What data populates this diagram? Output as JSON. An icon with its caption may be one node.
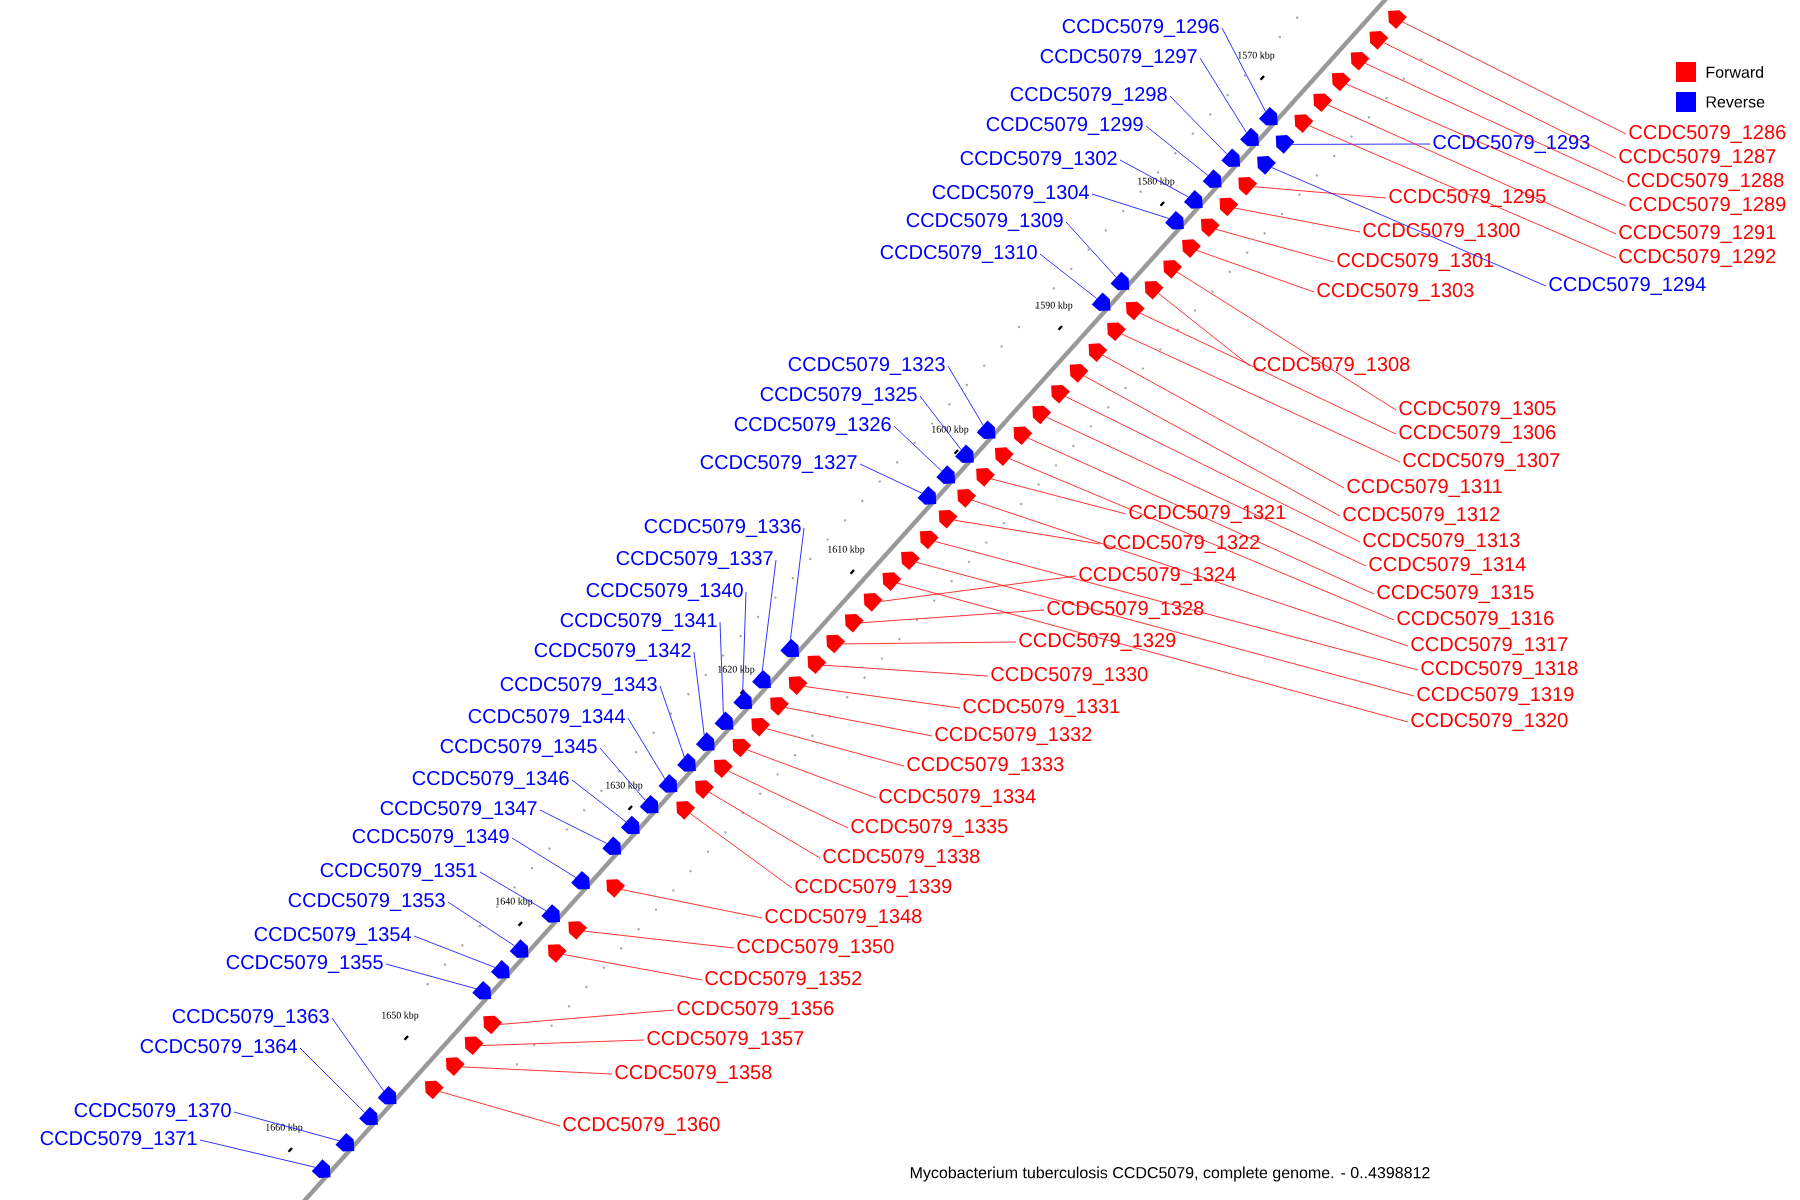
{
  "diagram": {
    "caption": "Mycobacterium tuberculosis CCDC5079, complete genome. - 0..4398812",
    "nodes": [
      {
        "text": [
          "CCDC5079_1296"
        ]
      },
      {
        "text": [
          "CCDC5079_1297"
        ]
      },
      {
        "text": [
          "CCDC5079_1298"
        ]
      },
      {
        "text": [
          "CCDC5079_1299"
        ]
      },
      {
        "text": [
          "CCDC5079_1286"
        ]
      },
      {
        "text": [
          "CCDC5079_1293"
        ]
      },
      {
        "text": [
          "CCDC5079_1287"
        ]
      },
      {
        "text": [
          "CCDC5079_1302"
        ]
      },
      {
        "text": [
          "CCDC5079_1288"
        ]
      },
      {
        "text": [
          "CCDC5079_1304"
        ]
      },
      {
        "text": [
          "CCDC5079_1295"
        ]
      },
      {
        "text": [
          "CCDC5079_1289"
        ]
      },
      {
        "text": [
          "CCDC5079_1309"
        ]
      },
      {
        "text": [
          "CCDC5079_1300"
        ]
      },
      {
        "text": [
          "CCDC5079_1291"
        ]
      },
      {
        "text": [
          "CCDC5079_1310"
        ]
      },
      {
        "text": [
          "CCDC5079_1292"
        ]
      },
      {
        "text": [
          "CCDC5079_1301"
        ]
      },
      {
        "text": [
          "CCDC5079_1294"
        ]
      },
      {
        "text": [
          "CCDC5079_1303"
        ]
      },
      {
        "text": [
          "CCDC5079_1308"
        ]
      },
      {
        "text": [
          "CCDC5079_1323"
        ]
      },
      {
        "text": [
          "CCDC5079_1325"
        ]
      },
      {
        "text": [
          "CCDC5079_1305"
        ]
      },
      {
        "text": [
          "CCDC5079_1326"
        ]
      },
      {
        "text": [
          "CCDC5079_1306"
        ]
      },
      {
        "text": [
          "CCDC5079_1307"
        ]
      },
      {
        "text": [
          "CCDC5079_1327"
        ]
      },
      {
        "text": [
          "CCDC5079_1311"
        ]
      },
      {
        "text": [
          "CCDC5079_1321"
        ]
      },
      {
        "text": [
          "CCDC5079_1312"
        ]
      },
      {
        "text": [
          "CCDC5079_1336"
        ]
      },
      {
        "text": [
          "CCDC5079_1313"
        ]
      },
      {
        "text": [
          "CCDC5079_1322"
        ]
      },
      {
        "text": [
          "CCDC5079_1337"
        ]
      },
      {
        "text": [
          "CCDC5079_1314"
        ]
      },
      {
        "text": [
          "CCDC5079_1324"
        ]
      },
      {
        "text": [
          "CCDC5079_1340"
        ]
      },
      {
        "text": [
          "CCDC5079_1315"
        ]
      },
      {
        "text": [
          "CCDC5079_1328"
        ]
      },
      {
        "text": [
          "CCDC5079_1316"
        ]
      },
      {
        "text": [
          "CCDC5079_1341"
        ]
      },
      {
        "text": [
          "CCDC5079_1329"
        ]
      },
      {
        "text": [
          "CCDC5079_1317"
        ]
      },
      {
        "text": [
          "CCDC5079_1342"
        ]
      },
      {
        "text": [
          "CCDC5079_1318"
        ]
      },
      {
        "text": [
          "CCDC5079_1330"
        ]
      },
      {
        "text": [
          "CCDC5079_1343"
        ]
      },
      {
        "text": [
          "CCDC5079_1319"
        ]
      },
      {
        "text": [
          "CCDC5079_1331"
        ]
      },
      {
        "text": [
          "CCDC5079_1344"
        ]
      },
      {
        "text": [
          "CCDC5079_1320"
        ]
      },
      {
        "text": [
          "CCDC5079_1332"
        ]
      },
      {
        "text": [
          "CCDC5079_1345"
        ]
      },
      {
        "text": [
          "CCDC5079_1333"
        ]
      },
      {
        "text": [
          "CCDC5079_1346"
        ]
      },
      {
        "text": [
          "CCDC5079_1334"
        ]
      },
      {
        "text": [
          "CCDC5079_1347"
        ]
      },
      {
        "text": [
          "CCDC5079_1335"
        ]
      },
      {
        "text": [
          "CCDC5079_1349"
        ]
      },
      {
        "text": [
          "CCDC5079_1338"
        ]
      },
      {
        "text": [
          "CCDC5079_1351"
        ]
      },
      {
        "text": [
          "CCDC5079_1339"
        ]
      },
      {
        "text": [
          "CCDC5079_1353"
        ]
      },
      {
        "text": [
          "CCDC5079_1348"
        ]
      },
      {
        "text": [
          "CCDC5079_1354"
        ]
      },
      {
        "text": [
          "CCDC5079_1350"
        ]
      },
      {
        "text": [
          "CCDC5079_1355"
        ]
      },
      {
        "text": [
          "CCDC5079_1352"
        ]
      },
      {
        "text": [
          "CCDC5079_1356"
        ]
      },
      {
        "text": [
          "CCDC5079_1363"
        ]
      },
      {
        "text": [
          "CCDC5079_1357"
        ]
      },
      {
        "text": [
          "CCDC5079_1364"
        ]
      },
      {
        "text": [
          "CCDC5079_1358"
        ]
      },
      {
        "text": [
          "CCDC5079_1370"
        ]
      },
      {
        "text": [
          "CCDC5079_1360"
        ]
      },
      {
        "text": [
          "CCDC5079_1371"
        ]
      },
      {
        "text": [],
        "shape": "arrow"
      },
      {
        "text": [],
        "shape": "arrow"
      },
      {
        "text": [],
        "shape": "arrow"
      },
      {
        "text": [],
        "shape": "arrow"
      },
      {
        "text": [],
        "shape": "arrow"
      },
      {
        "text": [],
        "shape": "arrow"
      },
      {
        "text": [],
        "shape": "arrow"
      },
      {
        "text": [],
        "shape": "arrow"
      },
      {
        "text": [],
        "shape": "arrow"
      },
      {
        "text": [],
        "shape": "arrow"
      },
      {
        "text": [],
        "shape": "arrow"
      },
      {
        "text": [],
        "shape": "arrow"
      },
      {
        "text": [],
        "shape": "arrow"
      },
      {
        "text": [],
        "shape": "arrow"
      },
      {
        "text": [],
        "shape": "arrow"
      },
      {
        "text": [],
        "shape": "arrow"
      },
      {
        "text": [],
        "shape": "arrow"
      },
      {
        "text": [],
        "shape": "arrow"
      },
      {
        "text": [],
        "shape": "arrow"
      },
      {
        "text": [],
        "shape": "arrow"
      },
      {
        "text": [],
        "shape": "arrow"
      },
      {
        "text": [],
        "shape": "arrow"
      },
      {
        "text": [],
        "shape": "arrow"
      },
      {
        "text": [],
        "shape": "arrow"
      },
      {
        "text": [],
        "shape": "arrow"
      },
      {
        "text": [],
        "shape": "arrow"
      },
      {
        "text": [],
        "shape": "arrow"
      },
      {
        "text": [],
        "shape": "arrow"
      },
      {
        "text": [],
        "shape": "arrow"
      },
      {
        "text": [],
        "shape": "arrow"
      },
      {
        "text": [],
        "shape": "arrow"
      },
      {
        "text": [],
        "shape": "arrow"
      },
      {
        "text": [],
        "shape": "arrow"
      },
      {
        "text": [],
        "shape": "arrow"
      },
      {
        "text": [],
        "shape": "arrow"
      },
      {
        "text": [],
        "shape": "arrow"
      },
      {
        "text": [],
        "shape": "arrow"
      },
      {
        "text": [],
        "shape": "arrow"
      },
      {
        "text": [],
        "shape": "arrow"
      },
      {
        "text": [],
        "shape": "arrow"
      },
      {
        "text": [],
        "shape": "arrow"
      },
      {
        "text": [],
        "shape": "arrow"
      },
      {
        "text": [],
        "shape": "arrow"
      },
      {
        "text": [],
        "shape": "arrow"
      },
      {
        "text": [],
        "shape": "arrow"
      },
      {
        "text": [],
        "shape": "arrow"
      },
      {
        "text": [],
        "shape": "arrow"
      },
      {
        "text": [],
        "shape": "arrow"
      },
      {
        "text": [],
        "shape": "arrow"
      },
      {
        "text": [],
        "shape": "arrow"
      },
      {
        "text": [],
        "shape": "arrow"
      },
      {
        "text": [],
        "shape": "arrow"
      },
      {
        "text": [],
        "shape": "arrow"
      },
      {
        "text": [],
        "shape": "arrow"
      },
      {
        "text": [],
        "shape": "arrow"
      },
      {
        "text": [],
        "shape": "arrow"
      },
      {
        "text": [],
        "shape": "arrow"
      },
      {
        "text": [],
        "shape": "arrow"
      },
      {
        "text": [],
        "shape": "arrow"
      },
      {
        "text": [],
        "shape": "arrow"
      },
      {
        "text": [],
        "shape": "arrow"
      },
      {
        "text": [],
        "shape": "arrow"
      },
      {
        "text": [],
        "shape": "arrow"
      },
      {
        "text": [],
        "shape": "arrow"
      },
      {
        "text": [],
        "shape": "arrow"
      },
      {
        "text": [],
        "shape": "arrow"
      },
      {
        "text": [],
        "shape": "arrow"
      },
      {
        "text": [],
        "shape": "arrow"
      },
      {
        "text": [],
        "shape": "arrow"
      },
      {
        "text": [],
        "shape": "arrow"
      },
      {
        "text": [],
        "shape": "arrow"
      },
      {
        "text": [],
        "shape": "arrow"
      },
      {
        "text": [],
        "shape": "arrow"
      },
      {
        "text": [],
        "shape": "arrow"
      },
      {
        "text": [],
        "shape": "arrow"
      },
      {
        "text": [],
        "shape": "arrow"
      },
      {
        "text": [],
        "shape": "arrow"
      }
    ],
    "edges": [
      {
        "from": 0,
        "to": 77,
        "arrow": "none",
        "color": "#0000ff"
      },
      {
        "from": 1,
        "to": 78,
        "arrow": "none",
        "color": "#0000ff"
      },
      {
        "from": 2,
        "to": 79,
        "arrow": "none",
        "color": "#0000ff"
      },
      {
        "from": 3,
        "to": 80,
        "arrow": "none",
        "color": "#0000ff"
      },
      {
        "from": 4,
        "to": 81,
        "arrow": "none"
      },
      {
        "from": 5,
        "to": 82,
        "arrow": "none",
        "color": "#0000ff"
      },
      {
        "from": 6,
        "to": 83,
        "arrow": "none"
      },
      {
        "from": 7,
        "to": 84,
        "arrow": "none",
        "color": "#0000ff"
      },
      {
        "from": 8,
        "to": 85,
        "arrow": "none"
      },
      {
        "from": 9,
        "to": 86,
        "arrow": "none",
        "color": "#0000ff"
      },
      {
        "from": 10,
        "to": 87,
        "arrow": "none"
      },
      {
        "from": 11,
        "to": 88,
        "arrow": "none"
      },
      {
        "from": 12,
        "to": 89,
        "arrow": "none",
        "color": "#0000ff"
      },
      {
        "from": 13,
        "to": 90,
        "arrow": "none"
      },
      {
        "from": 14,
        "to": 91,
        "arrow": "none"
      },
      {
        "from": 15,
        "to": 92,
        "arrow": "none",
        "color": "#0000ff"
      },
      {
        "from": 16,
        "to": 93,
        "arrow": "none"
      },
      {
        "from": 17,
        "to": 94,
        "arrow": "none"
      },
      {
        "from": 18,
        "to": 95,
        "arrow": "none",
        "color": "#0000ff"
      },
      {
        "from": 19,
        "to": 96,
        "arrow": "none"
      },
      {
        "from": 20,
        "to": 97,
        "arrow": "none"
      },
      {
        "from": 21,
        "to": 98,
        "arrow": "none",
        "color": "#0000ff"
      },
      {
        "from": 22,
        "to": 99,
        "arrow": "none",
        "color": "#0000ff"
      },
      {
        "from": 23,
        "to": 100,
        "arrow": "none"
      },
      {
        "from": 24,
        "to": 101,
        "arrow": "none",
        "color": "#0000ff"
      },
      {
        "from": 25,
        "to": 102,
        "arrow": "none"
      },
      {
        "from": 26,
        "to": 103,
        "arrow": "none"
      },
      {
        "from": 27,
        "to": 104,
        "arrow": "none",
        "color": "#0000ff"
      },
      {
        "from": 28,
        "to": 105,
        "arrow": "none"
      },
      {
        "from": 29,
        "to": 106,
        "arrow": "none"
      },
      {
        "from": 30,
        "to": 107,
        "arrow": "none"
      },
      {
        "from": 31,
        "to": 108,
        "arrow": "none",
        "color": "#0000ff"
      },
      {
        "from": 32,
        "to": 109,
        "arrow": "none"
      },
      {
        "from": 33,
        "to": 110,
        "arrow": "none"
      },
      {
        "from": 34,
        "to": 111,
        "arrow": "none",
        "color": "#0000ff"
      },
      {
        "from": 35,
        "to": 112,
        "arrow": "none"
      },
      {
        "from": 36,
        "to": 113,
        "arrow": "none"
      },
      {
        "from": 37,
        "to": 114,
        "arrow": "none",
        "color": "#0000ff"
      },
      {
        "from": 38,
        "to": 115,
        "arrow": "none"
      },
      {
        "from": 39,
        "to": 116,
        "arrow": "none"
      },
      {
        "from": 40,
        "to": 117,
        "arrow": "none"
      },
      {
        "from": 41,
        "to": 118,
        "arrow": "none",
        "color": "#0000ff"
      },
      {
        "from": 42,
        "to": 119,
        "arrow": "none"
      },
      {
        "from": 43,
        "to": 120,
        "arrow": "none"
      },
      {
        "from": 44,
        "to": 121,
        "arrow": "none",
        "color": "#0000ff"
      },
      {
        "from": 45,
        "to": 122,
        "arrow": "none"
      },
      {
        "from": 46,
        "to": 123,
        "arrow": "none"
      },
      {
        "from": 47,
        "to": 124,
        "arrow": "none",
        "color": "#0000ff"
      },
      {
        "from": 48,
        "to": 125,
        "arrow": "none"
      },
      {
        "from": 49,
        "to": 126,
        "arrow": "none"
      },
      {
        "from": 50,
        "to": 127,
        "arrow": "none",
        "color": "#0000ff"
      },
      {
        "from": 51,
        "to": 128,
        "arrow": "none"
      },
      {
        "from": 52,
        "to": 129,
        "arrow": "none"
      },
      {
        "from": 53,
        "to": 130,
        "arrow": "none",
        "color": "#0000ff"
      },
      {
        "from": 54,
        "to": 131,
        "arrow": "none"
      },
      {
        "from": 55,
        "to": 132,
        "arrow": "none",
        "color": "#0000ff"
      },
      {
        "from": 56,
        "to": 133,
        "arrow": "none"
      },
      {
        "from": 57,
        "to": 134,
        "arrow": "none",
        "color": "#0000ff"
      },
      {
        "from": 58,
        "to": 135,
        "arrow": "none"
      },
      {
        "from": 59,
        "to": 136,
        "arrow": "none",
        "color": "#0000ff"
      },
      {
        "from": 60,
        "to": 137,
        "arrow": "none"
      },
      {
        "from": 61,
        "to": 138,
        "arrow": "none",
        "color": "#0000ff"
      },
      {
        "from": 62,
        "to": 139,
        "arrow": "none"
      },
      {
        "from": 63,
        "to": 140,
        "arrow": "none",
        "color": "#0000ff"
      },
      {
        "from": 64,
        "to": 141,
        "arrow": "none"
      },
      {
        "from": 65,
        "to": 142,
        "arrow": "none",
        "color": "#0000ff"
      },
      {
        "from": 66,
        "to": 143,
        "arrow": "none"
      },
      {
        "from": 67,
        "to": 144,
        "arrow": "none",
        "color": "#0000ff"
      },
      {
        "from": 68,
        "to": 145,
        "arrow": "none"
      },
      {
        "from": 69,
        "to": 146,
        "arrow": "none"
      },
      {
        "from": 70,
        "to": 147,
        "arrow": "none",
        "color": "#0000ff"
      },
      {
        "from": 71,
        "to": 148,
        "arrow": "none"
      },
      {
        "from": 72,
        "to": 149,
        "arrow": "none",
        "color": "#0000ff"
      },
      {
        "from": 73,
        "to": 150,
        "arrow": "none"
      },
      {
        "from": 74,
        "to": 151,
        "arrow": "none",
        "color": "#0000ff"
      },
      {
        "from": 75,
        "to": 152,
        "arrow": "none"
      },
      {
        "from": 76,
        "to": 153,
        "arrow": "none",
        "color": "#0000ff"
      }
    ],
    "labels": [
      "1570 kbp",
      "1580 kbp",
      "1590 kbp",
      "1600 kbp",
      "1610 kbp",
      "1620 kbp",
      "1630 kbp",
      "1640 kbp",
      "1650 kbp",
      "1660 kbp"
    ],
    "legend": [
      {
        "text": "Forward",
        "color": "#ff0000"
      },
      {
        "text": "Reverse",
        "color": "#0000ff"
      }
    ]
  }
}
